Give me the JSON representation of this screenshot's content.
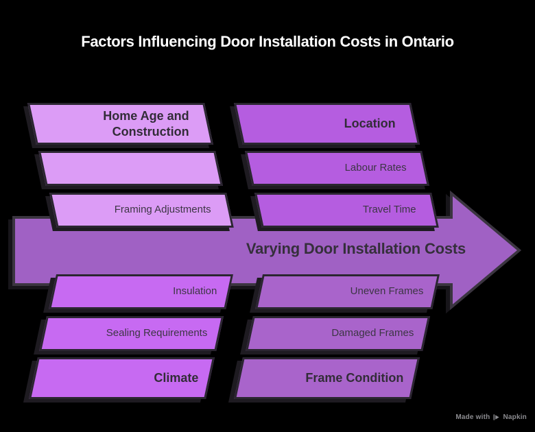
{
  "title": "Factors Influencing Door Installation Costs in Ontario",
  "arrow": {
    "label": "Varying Door Installation Costs",
    "fill": "#a061c4",
    "outline": "#3b3540"
  },
  "groups": [
    {
      "name": "home-age-and-construction",
      "header": "Home Age and Construction",
      "items": [
        "",
        "Framing Adjustments"
      ],
      "color": "#dc9cf6"
    },
    {
      "name": "location",
      "header": "Location",
      "items": [
        "Labour Rates",
        "Travel Time"
      ],
      "color": "#b55de0"
    },
    {
      "name": "climate",
      "header": "Climate",
      "items": [
        "Insulation",
        "Sealing Requirements"
      ],
      "color": "#c76af2"
    },
    {
      "name": "frame-condition",
      "header": "Frame Condition",
      "items": [
        "Uneven Frames",
        "Damaged Frames"
      ],
      "color": "#a964cb"
    }
  ],
  "footer": {
    "made_with": "Made with",
    "brand": "Napkin"
  },
  "colors": {
    "background": "#000000",
    "title_text": "#ffffff",
    "shape_border": "#2b2631",
    "shape_text": "#3c3544"
  }
}
